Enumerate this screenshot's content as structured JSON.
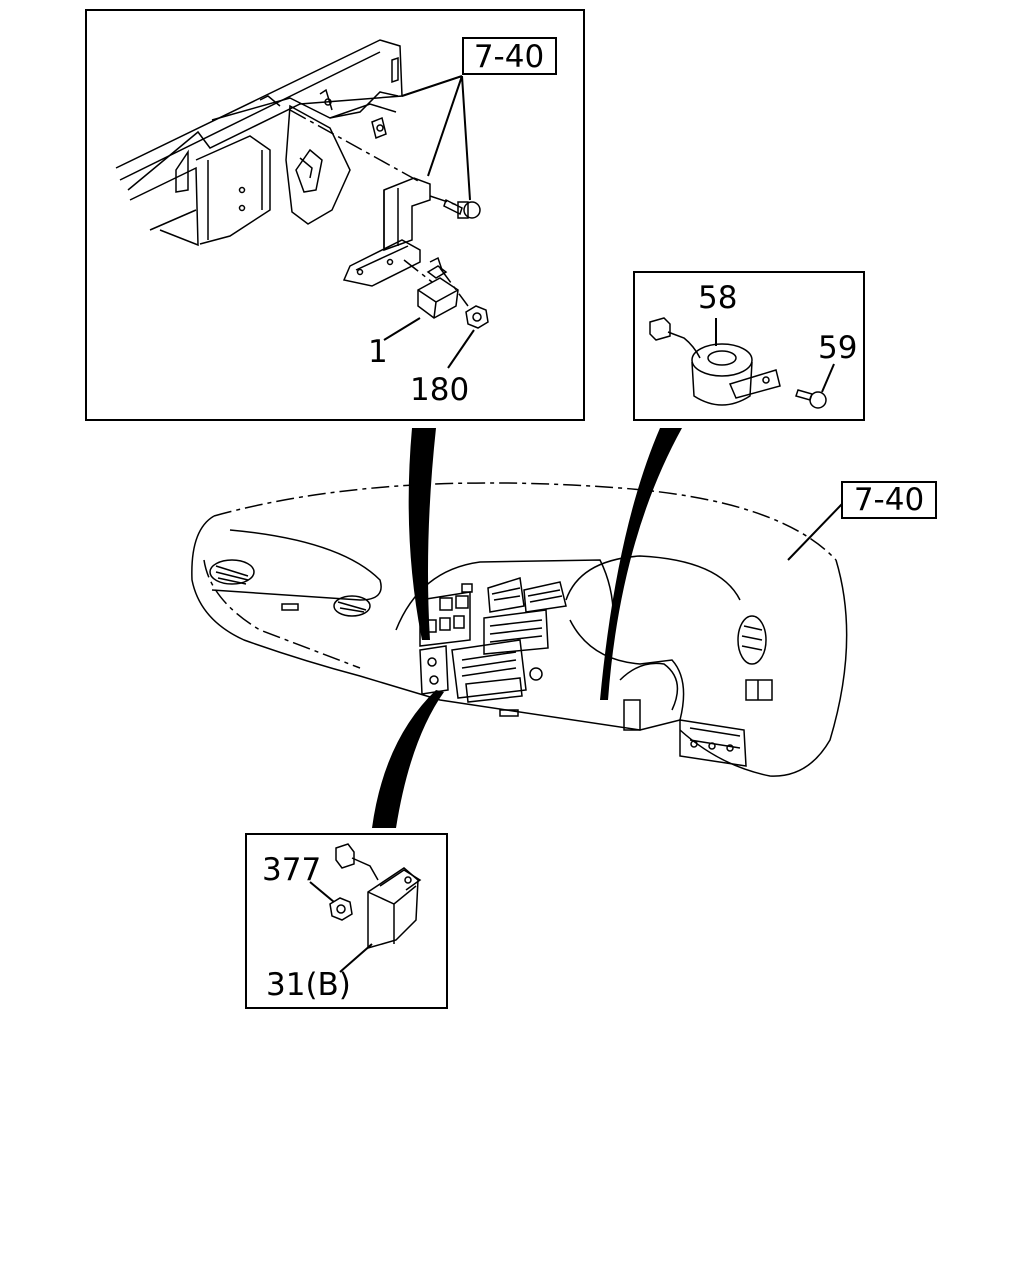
{
  "callouts": {
    "ref_top": "7-40",
    "ref_dash": "7-40",
    "part_1": "1",
    "part_180": "180",
    "part_58": "58",
    "part_59": "59",
    "part_377": "377",
    "part_31b": "31(B)"
  }
}
